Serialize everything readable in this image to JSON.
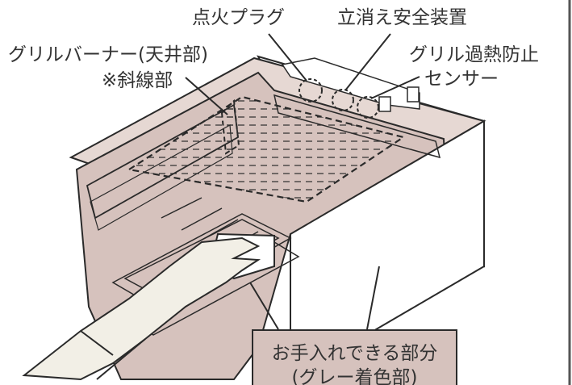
{
  "labels": {
    "ignition_plug": "点火プラグ",
    "flame_failure_device": "立消え安全装置",
    "grill_burner_line1": "グリルバーナー(天井部)",
    "grill_burner_line2": "※斜線部",
    "overheat_sensor_line1": "グリル過熱防止",
    "overheat_sensor_line2": "センサー"
  },
  "callout": {
    "line1": "お手入れできる部分",
    "line2": "(グレー着色部)"
  },
  "colors": {
    "gray_area": "#d6c2bd",
    "line": "#2a2a2a",
    "glove": "#f2efe6",
    "white_panel": "#ffffff"
  }
}
